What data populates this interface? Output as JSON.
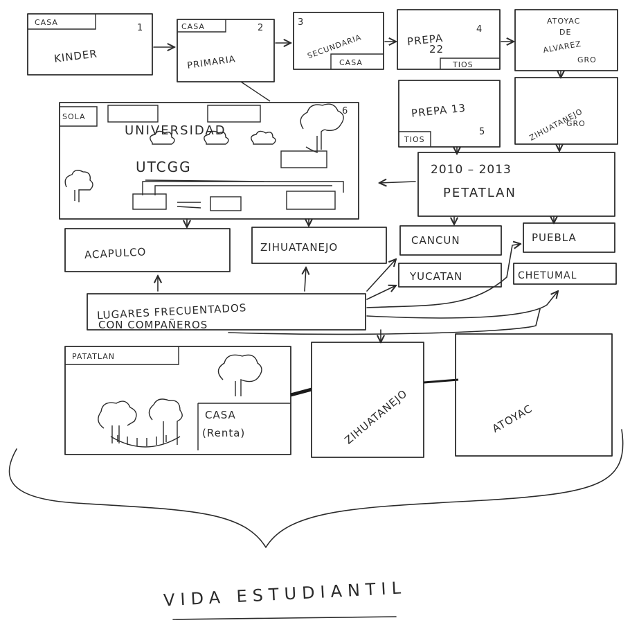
{
  "title": "VIDA ESTUDIANTIL",
  "stages": {
    "kinder": {
      "label": "KINDER",
      "tag": "CASA",
      "num": "1"
    },
    "primaria": {
      "label": "PRIMARIA",
      "tag": "CASA",
      "num": "2"
    },
    "secundaria": {
      "label": "SECUNDARIA",
      "tag": "CASA",
      "num": "3"
    },
    "prepa22": {
      "label": "PREPA",
      "label2": "22",
      "tag": "TIOS",
      "num": "4"
    },
    "atoyac_gro": {
      "line1": "ATOYAC",
      "line2": "DE",
      "line3": "ALVAREZ",
      "line4": "GRO"
    },
    "prepa13": {
      "label": "PREPA 13",
      "tag": "TIOS",
      "num": "5"
    },
    "zihuatanejo_gro": {
      "line1": "ZIHUATANEJO",
      "line2": "GRO"
    },
    "universidad": {
      "label": "UNIVERSIDAD",
      "sublabel": "UTCGG",
      "tag": "SOLA",
      "num": "6"
    },
    "petatlan_years": {
      "years": "2010 – 2013",
      "label": "PETATLAN"
    }
  },
  "places": {
    "acapulco": "ACAPULCO",
    "zihuatanejo": "ZIHUATANEJO",
    "cancun": "CANCUN",
    "yucatan": "YUCATAN",
    "puebla": "PUEBLA",
    "chetumal": "CHETUMAL"
  },
  "frequent": {
    "line1": "LUGARES FRECUENTADOS",
    "line2": "CON COMPAÑEROS"
  },
  "bottom": {
    "petatlan": {
      "tag": "PATATLAN",
      "casa1": "CASA",
      "casa2": "(Renta)"
    },
    "zihuatanejo": "ZIHUATANEJO",
    "atoyac": "ATOYAC"
  }
}
